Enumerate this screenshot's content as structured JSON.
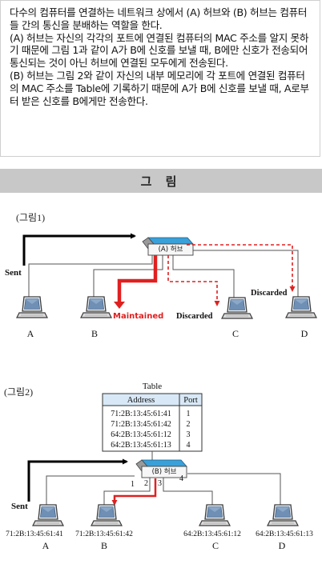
{
  "description_text": {
    "p1": "다수의 컴퓨터를 연결하는 네트워크 상에서 (A) 허브와 (B) 허브는 컴퓨터들 간의 통신을 분배하는 역할을 한다.",
    "p2": "(A) 허브는 자신의 각각의 포트에 연결된 컴퓨터의 MAC 주소를 알지 못하기 때문에 그림 1과 같이 A가 B에 신호를 보낼 때, B에만 신호가 전송되어 통신되는 것이 아닌 허브에 연결된 모두에게 전송된다.",
    "p3": "(B) 허브는 그림 2와 같이 자신의 내부 메모리에 각 포트에 연결된 컴퓨터의 MAC 주소를 Table에 기록하기 때문에 A가 B에 신호를 보낼 때, A로부터 받은 신호를 B에게만 전송한다."
  },
  "section_header": "그 림",
  "figure1": {
    "caption": "(그림1)",
    "hub_label": "(A) 허브",
    "sent_label": "Sent",
    "maintained_label": "Maintained",
    "discarded_label_1": "Discarded",
    "discarded_label_2": "Discarded",
    "computers": [
      "A",
      "B",
      "C",
      "D"
    ]
  },
  "figure2": {
    "caption": "(그림2)",
    "table_title": "Table",
    "table_headers": [
      "Address",
      "Port"
    ],
    "table_rows": [
      [
        "71:2B:13:45:61:41",
        "1"
      ],
      [
        "71:2B:13:45:61:42",
        "2"
      ],
      [
        "64:2B:13:45:61:12",
        "3"
      ],
      [
        "64:2B:13:45:61:13",
        "4"
      ]
    ],
    "hub_label": "(B) 허브",
    "sent_label": "Sent",
    "ports": [
      "1",
      "2",
      "3",
      "4"
    ],
    "computers": [
      {
        "mac": "71:2B:13:45:61:41",
        "name": "A"
      },
      {
        "mac": "71:2B:13:45:61:42",
        "name": "B"
      },
      {
        "mac": "64:2B:13:45:61:12",
        "name": "C"
      },
      {
        "mac": "64:2B:13:45:61:13",
        "name": "D"
      }
    ]
  },
  "colors": {
    "red": "#e02020",
    "hub_blue": "#3aa0d8",
    "header_gray": "#c8c8c8"
  }
}
